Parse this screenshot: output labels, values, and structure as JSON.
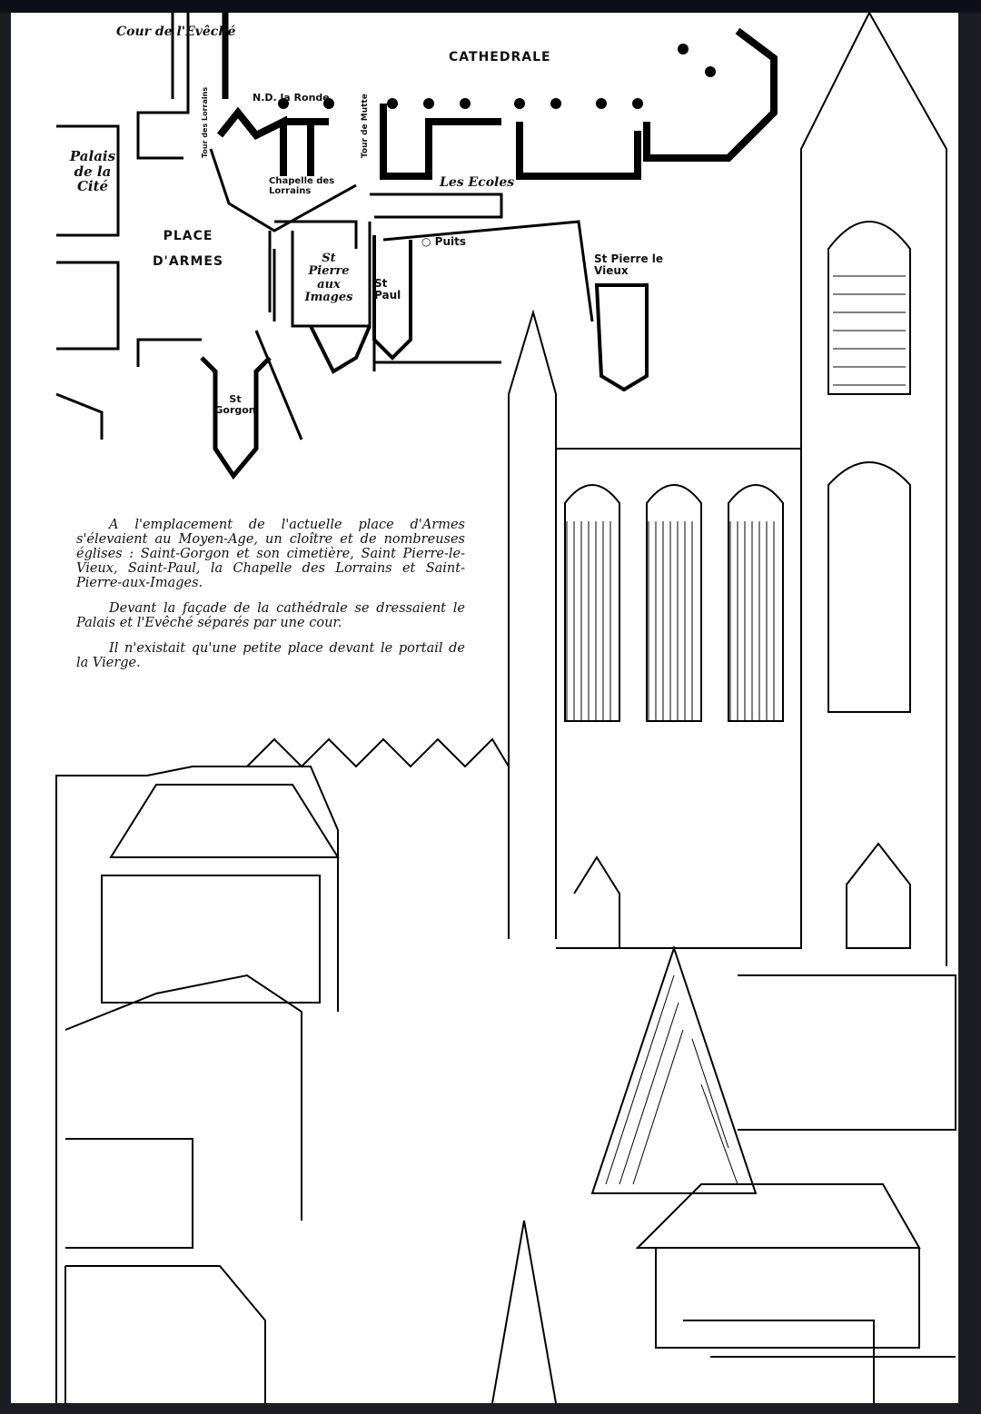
{
  "map": {
    "labels": {
      "cour_eveche": "Cour de l'Evêché",
      "cathedrale": "CATHEDRALE",
      "nd_la_ronde": "N.D. la Ronde",
      "tour_de_mutte": "Tour de Mutte",
      "tour_des_lorrains": "Tour des Lorrains",
      "palais": "Palais de la Cité",
      "chapelle": "Chapelle des Lorrains",
      "les_ecoles": "Les Ecoles",
      "place_armes": "PLACE D'ARMES",
      "puits": "Puits",
      "st_pierre_images": "St Pierre aux Images",
      "st_paul": "St Paul",
      "st_pierre_vieux": "St Pierre le Vieux",
      "st_gorgon": "St Gorgon"
    }
  },
  "caption": {
    "p1": "A l'emplacement de l'actuelle place d'Armes s'élevaient au Moyen-Age, un cloître et de nombreuses églises : Saint-Gorgon et son cimetière, Saint Pierre-le-Vieux, Saint-Paul, la Chapelle des Lorrains et Saint-Pierre-aux-Images.",
    "p2": "Devant la façade de la cathédrale se dressaient le Palais et l'Evêché séparés par une cour.",
    "p3": "Il n'existait qu'une petite place devant le portail de la Vierge."
  }
}
